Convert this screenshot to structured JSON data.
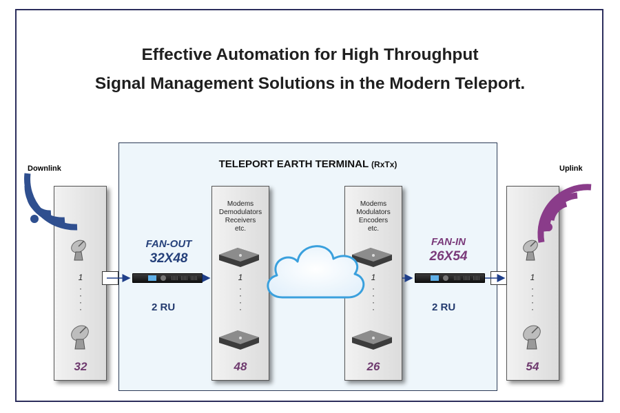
{
  "title": {
    "line1": "Effective Automation for High Throughput",
    "line2": "Signal Management Solutions in the Modern Teleport."
  },
  "terminal": {
    "title": "TELEPORT EARTH TERMINAL",
    "subtitle": "(RxTx)"
  },
  "downlink": {
    "label": "Downlink",
    "first_index": "1",
    "count": "32",
    "color": "#25407a"
  },
  "uplink": {
    "label": "Uplink",
    "first_index": "1",
    "count": "54",
    "color": "#7a3a7a"
  },
  "fan_out": {
    "label": "FAN-OUT",
    "size": "32X48",
    "ru": "2 RU",
    "color": "#25407a"
  },
  "fan_in": {
    "label": "FAN-IN",
    "size": "26X54",
    "ru": "2 RU",
    "color": "#7a3a7a"
  },
  "receivers": {
    "lines": [
      "Modems",
      "Demodulators",
      "Receivers",
      "etc."
    ],
    "first_index": "1",
    "count": "48"
  },
  "transmitters": {
    "lines": [
      "Modems",
      "Modulators",
      "Encoders",
      "etc."
    ],
    "first_index": "1",
    "count": "26"
  },
  "icons": [
    "satellite-dish-icon",
    "wifi-signal-icon",
    "cloud-icon",
    "modem-icon",
    "rack-unit-icon",
    "arrow-icon"
  ]
}
